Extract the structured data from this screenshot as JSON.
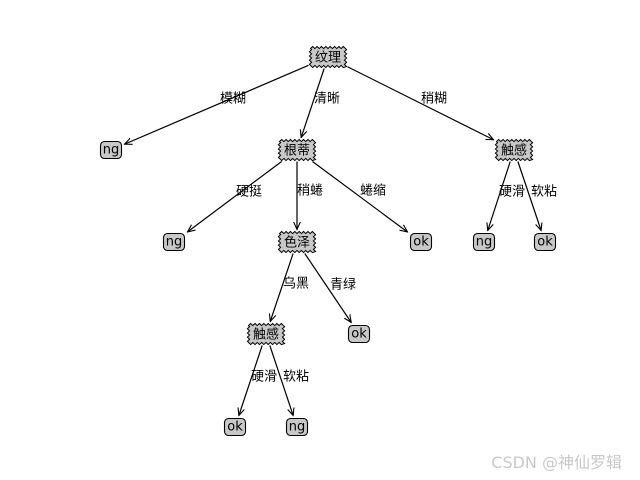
{
  "tree": {
    "decision_nodes": [
      {
        "id": "root",
        "label": "纹理"
      },
      {
        "id": "gendi",
        "label": "根蒂"
      },
      {
        "id": "chugan1",
        "label": "触感"
      },
      {
        "id": "seze",
        "label": "色泽"
      },
      {
        "id": "chugan2",
        "label": "触感"
      }
    ],
    "leaf_nodes": [
      {
        "id": "l1",
        "label": "ng"
      },
      {
        "id": "l2",
        "label": "ng"
      },
      {
        "id": "l3",
        "label": "ok"
      },
      {
        "id": "l4",
        "label": "ng"
      },
      {
        "id": "l5",
        "label": "ok"
      },
      {
        "id": "l6",
        "label": "ok"
      },
      {
        "id": "l7",
        "label": "ok"
      },
      {
        "id": "l8",
        "label": "ng"
      }
    ],
    "edges": [
      {
        "from": "root",
        "to": "l1",
        "label": "模糊"
      },
      {
        "from": "root",
        "to": "gendi",
        "label": "清晰"
      },
      {
        "from": "root",
        "to": "chugan1",
        "label": "稍糊"
      },
      {
        "from": "gendi",
        "to": "l2",
        "label": "硬挺"
      },
      {
        "from": "gendi",
        "to": "seze",
        "label": "稍蜷"
      },
      {
        "from": "gendi",
        "to": "l3",
        "label": "蜷缩"
      },
      {
        "from": "chugan1",
        "to": "l4",
        "label": "硬滑"
      },
      {
        "from": "chugan1",
        "to": "l5",
        "label": "软粘"
      },
      {
        "from": "seze",
        "to": "chugan2",
        "label": "乌黑"
      },
      {
        "from": "seze",
        "to": "l6",
        "label": "青绿"
      },
      {
        "from": "chugan2",
        "to": "l7",
        "label": "硬滑"
      },
      {
        "from": "chugan2",
        "to": "l8",
        "label": "软粘"
      }
    ]
  },
  "watermark": "CSDN @神仙罗辑",
  "colors": {
    "node_fill": "#c8c8c8",
    "stroke": "#000000",
    "watermark": "#c8c8c8"
  }
}
